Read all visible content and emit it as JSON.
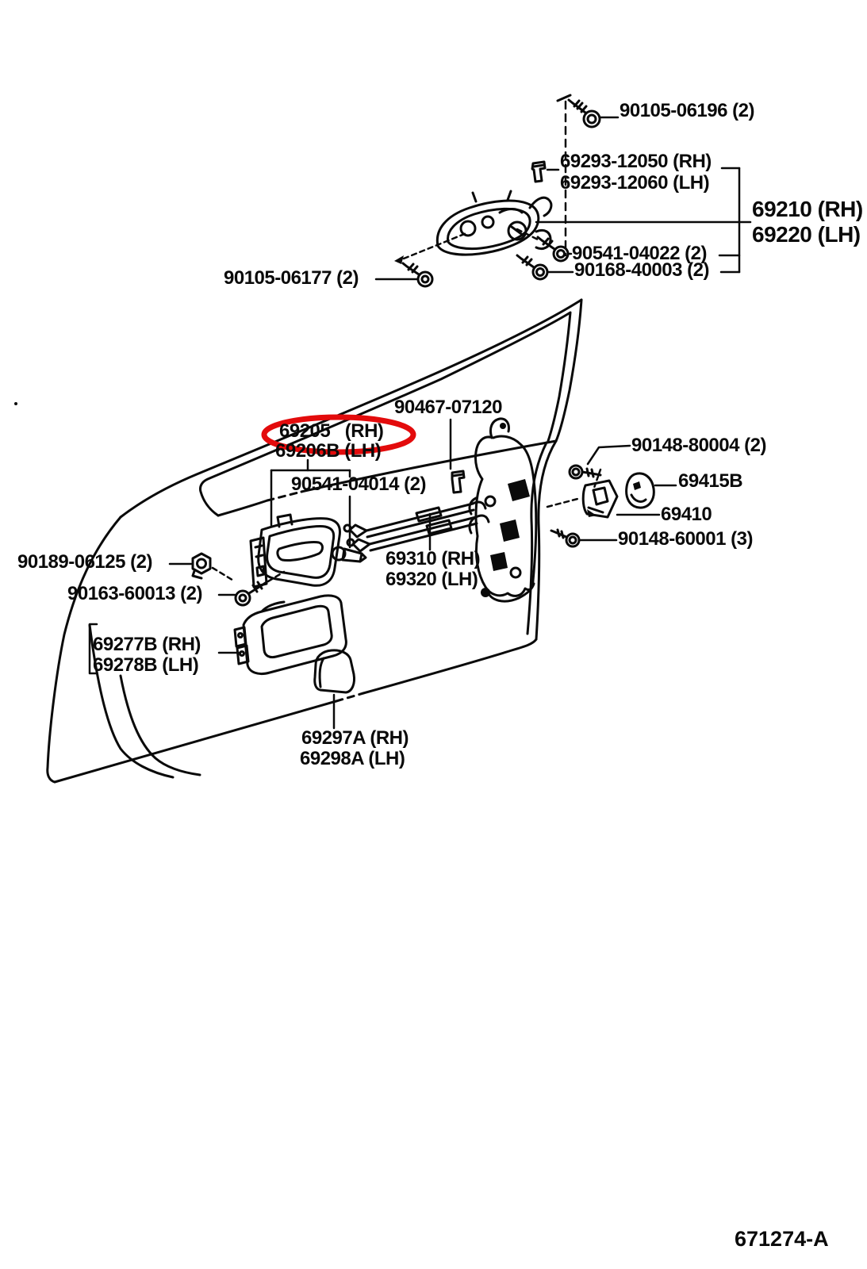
{
  "diagram": {
    "title": "door-lock-and-handle-parts-diagram",
    "code": "671274-A",
    "highlight_color": "#e30b0c",
    "line_color": "#0a0a0a"
  },
  "labels": {
    "p90105_06196": "90105-06196 (2)",
    "p69293_12050": "69293-12050 (RH)",
    "p69293_12060": "69293-12060 (LH)",
    "p69210": "69210 (RH)",
    "p69220": "69220 (LH)",
    "p90541_04022": "90541-04022 (2)",
    "p90168_40003": "90168-40003 (2)",
    "p90105_06177": "90105-06177 (2)",
    "p90467_07120": "90467-07120",
    "p69205": "69205   (RH)",
    "p69206B": "69206B (LH)",
    "p90541_04014": "90541-04014 (2)",
    "p90148_80004": "90148-80004 (2)",
    "p69415B": "69415B",
    "p69410": "69410",
    "p90148_60001": "90148-60001 (3)",
    "p90189_06125": "90189-06125 (2)",
    "p69310": "69310 (RH)",
    "p69320": "69320 (LH)",
    "p90163_60013": "90163-60013 (2)",
    "p69277B": "69277B (RH)",
    "p69278B": "69278B (LH)",
    "p69297A": "69297A (RH)",
    "p69298A": "69298A (LH)"
  },
  "icons": {
    "screw": "screw-icon",
    "bolt": "bolt-icon",
    "nut": "hex-nut-icon",
    "clip": "retainer-clip-icon",
    "pin": "pin-icon"
  }
}
